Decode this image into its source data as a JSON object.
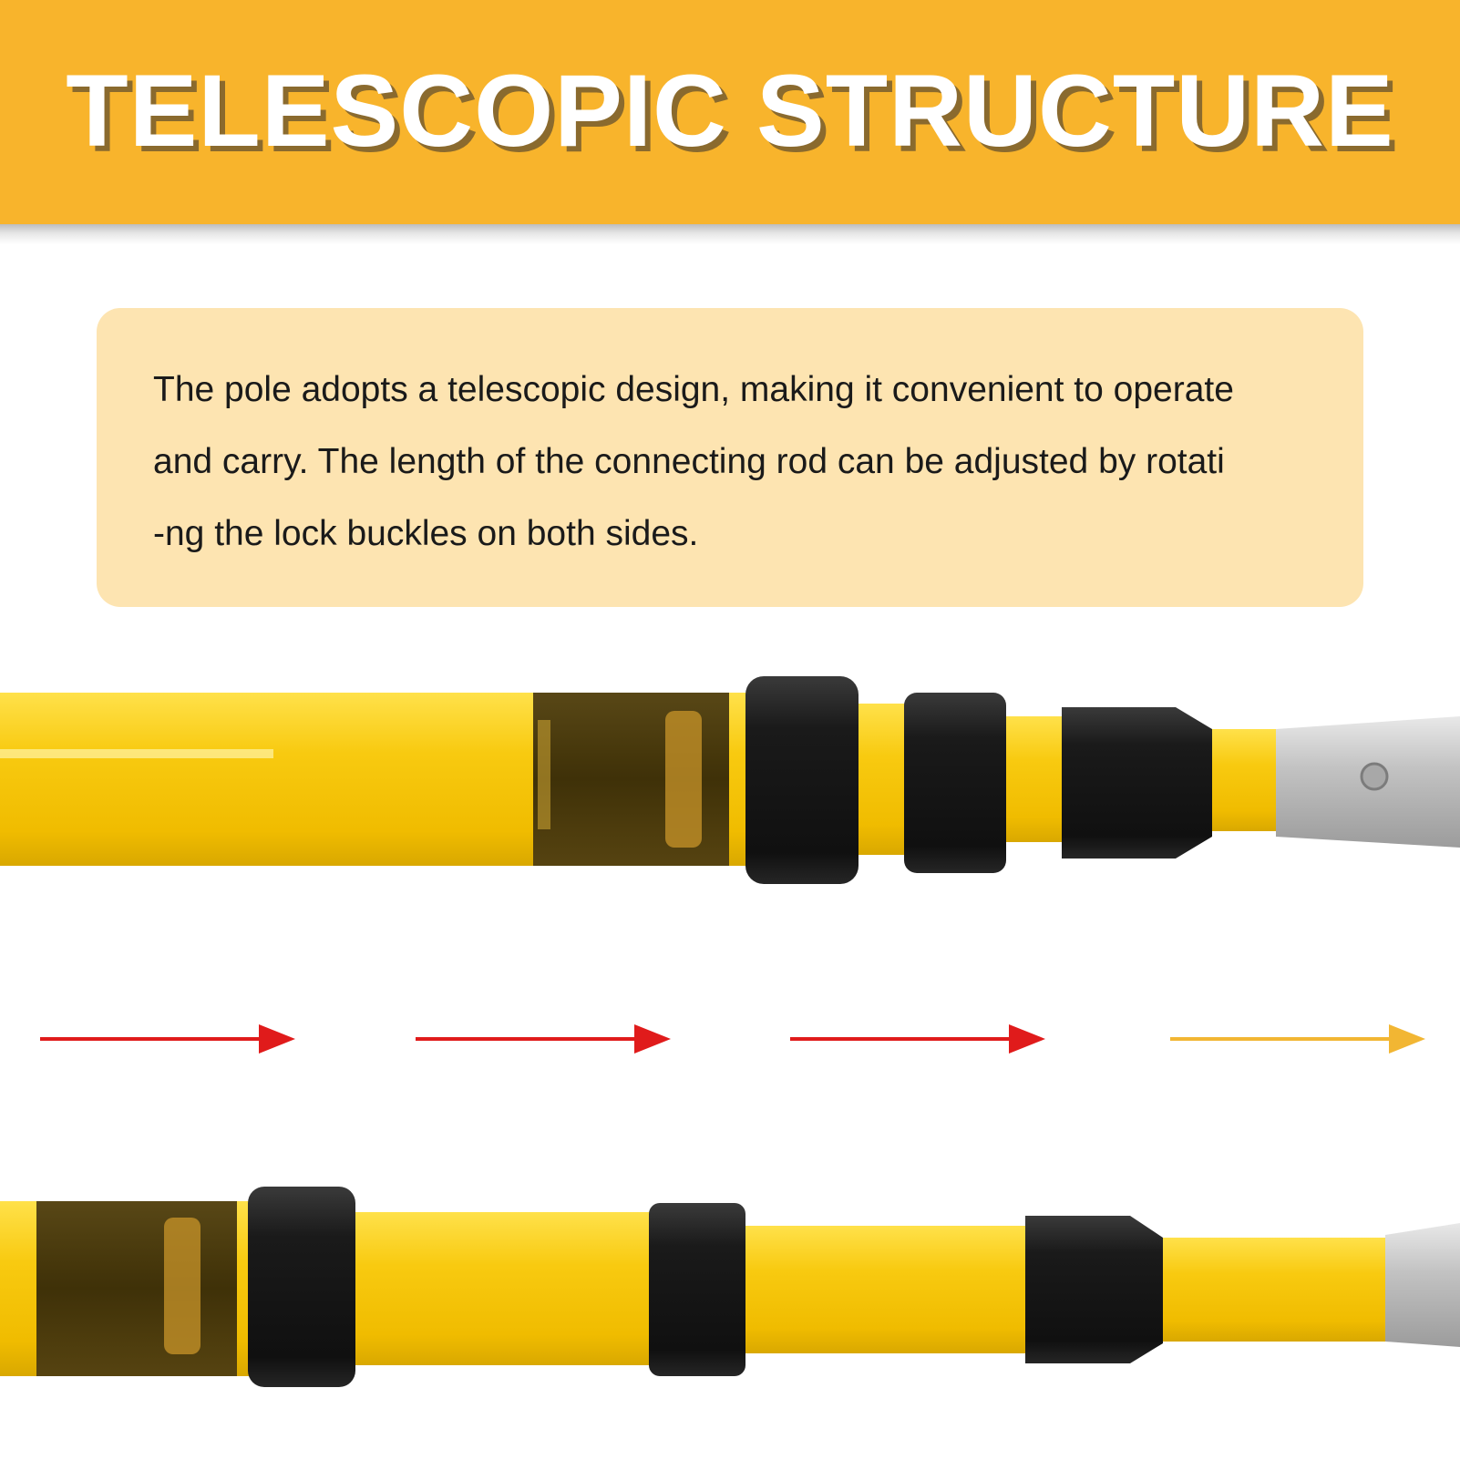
{
  "header": {
    "title": "TELESCOPIC STRUCTURE",
    "background_color": "#f8b42c",
    "title_color": "#ffffff"
  },
  "description": {
    "lines": [
      "The pole adopts a telescopic design, making it convenient to operate",
      "and carry. The length of the connecting rod can be adjusted by rotati",
      "-ng the lock buckles on both sides."
    ],
    "box_color": "#fde4b1"
  },
  "illustration": {
    "pole_color": "#f6c614",
    "collar_color": "#141414",
    "tip_color": "#b9b9b9",
    "arrow_colors": [
      "#e01b1b",
      "#e01b1b",
      "#e01b1b",
      "#f2b633"
    ],
    "icons": [
      "arrow-right-icon"
    ]
  }
}
